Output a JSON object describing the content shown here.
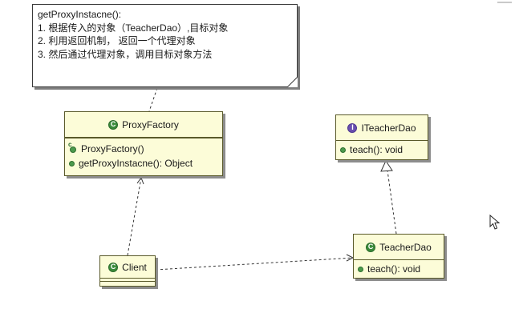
{
  "note": {
    "lines": [
      "getProxyInstacne():",
      "1. 根据传入的对象（TeacherDao）,目标对象",
      "2. 利用返回机制， 返回一个代理对象",
      "3. 然后通过代理对象，调用目标对象方法"
    ]
  },
  "classes": {
    "proxy_factory": {
      "name": "ProxyFactory",
      "operations": [
        "ProxyFactory()",
        "getProxyInstacne(): Object"
      ]
    },
    "iteacher_dao": {
      "name": "ITeacherDao",
      "operations": [
        "teach(): void"
      ]
    },
    "teacher_dao": {
      "name": "TeacherDao",
      "operations": [
        "teach(): void"
      ]
    },
    "client": {
      "name": "Client"
    }
  },
  "icons": {
    "class_badge": "class-icon",
    "interface_badge": "interface-icon",
    "constructor": "constructor-icon",
    "public_method": "public-method-icon",
    "cursor": "mouse-cursor-icon"
  },
  "colors": {
    "class_fill": "#fcfcd8",
    "class_badge": "#3b8b3b",
    "interface_badge": "#6a4fb0"
  }
}
